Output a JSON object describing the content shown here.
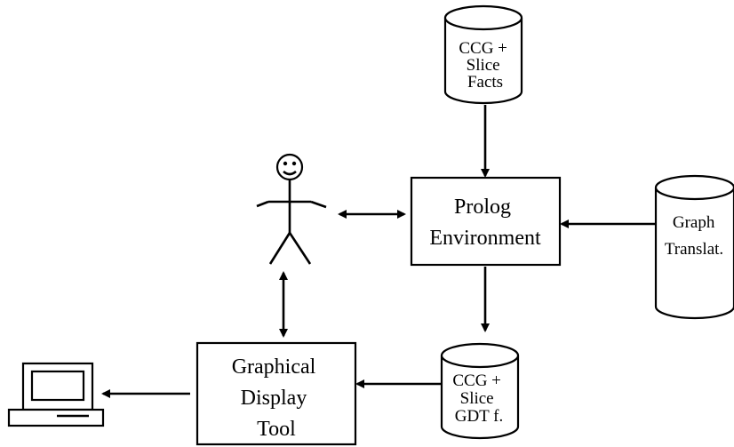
{
  "nodes": {
    "ccg_slice_facts": {
      "lines": [
        "CCG +",
        "Slice",
        "Facts"
      ]
    },
    "prolog_environment": {
      "lines": [
        "Prolog",
        "Environment"
      ]
    },
    "graph_translat": {
      "lines": [
        "Graph",
        "Translat."
      ]
    },
    "ccg_slice_gdt": {
      "lines": [
        "CCG +",
        "Slice",
        "GDT f."
      ]
    },
    "graphical_display_tool": {
      "lines": [
        "Graphical",
        "Display",
        "Tool"
      ]
    }
  },
  "icons": {
    "user": "stick-figure-icon",
    "computer": "computer-icon"
  },
  "colors": {
    "ink": "#000000",
    "background": "#ffffff"
  }
}
